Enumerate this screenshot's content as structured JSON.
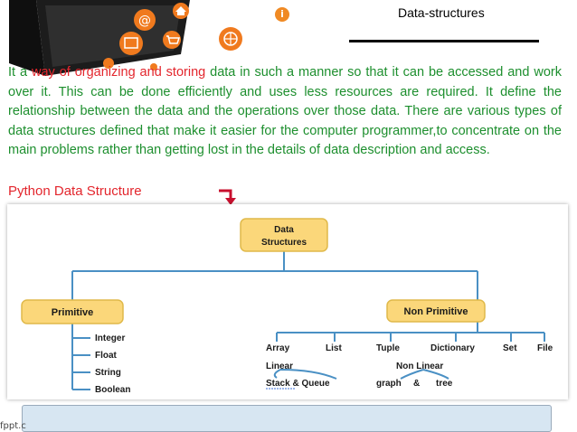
{
  "slide": {
    "title": "Data-structures",
    "paragraph": {
      "pre": "It a ",
      "highlight": "way of organizing and storing",
      "post": " data in such a manner so that it can be accessed and work over it. This can be done efficiently and uses less resources are required. It define the relationship between the data and the operations over those data. There are various types of data structures defined that make it easier for the computer programmer,to concentrate on the main problems rather than getting lost in the details of data description and access."
    },
    "subheading": "Python Data Structure",
    "watermark": "fppt.c"
  },
  "icons": [
    "laptop-icon",
    "at-sign-icon",
    "home-icon",
    "shopping-cart-icon",
    "globe-icon",
    "info-icon",
    "red-arrow-icon"
  ],
  "colors": {
    "paragraph_text": "#1d8f2e",
    "highlight_text": "#e3262d",
    "node_fill": "#fbd77a",
    "connector": "#4a90c4"
  },
  "diagram": {
    "root": {
      "line1": "Data",
      "line2": "Structures"
    },
    "primitive": {
      "label": "Primitive",
      "children": [
        "Integer",
        "Float",
        "String",
        "Boolean"
      ]
    },
    "non_primitive": {
      "label": "Non Primitive",
      "children": [
        "Array",
        "List",
        "Tuple",
        "Dictionary",
        "Set",
        "File"
      ],
      "linear": "Linear",
      "non_linear": "Non Linear",
      "stack_queue": "Stack & Queue",
      "graph": "graph",
      "amp": "&",
      "tree": "tree"
    }
  }
}
